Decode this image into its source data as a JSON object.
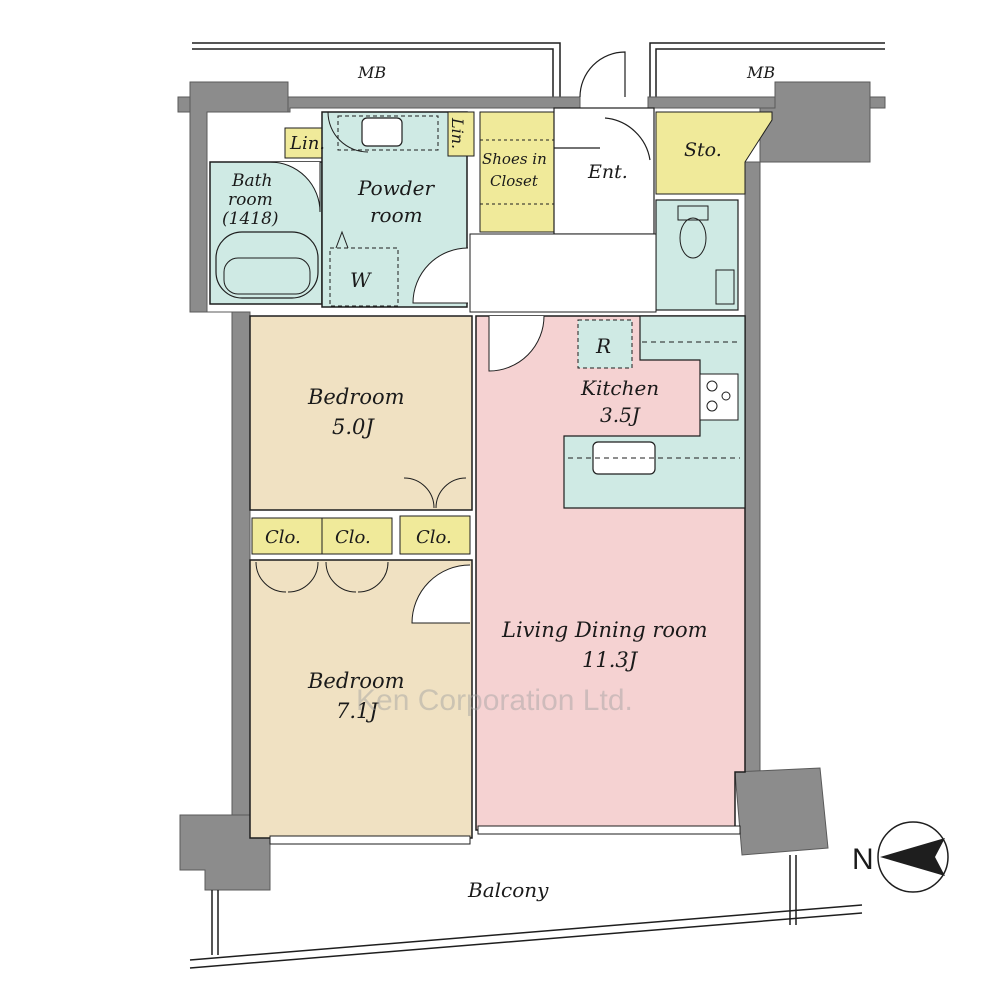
{
  "plan": {
    "colors": {
      "wall": "#8c8c8c",
      "bedroom": "#f0e1c2",
      "living": "#f5d2d2",
      "wet": "#cfeae4",
      "storage": "#f0ea9a",
      "floor": "#ffffff",
      "line": "#1e1e1e"
    },
    "labels": {
      "mb_left": "MB",
      "mb_right": "MB",
      "lin_left": "Lin.",
      "lin_right": "Lin.",
      "bathroom_1": "Bath",
      "bathroom_2": "room",
      "bathroom_3": "(1418)",
      "powder_1": "Powder",
      "powder_2": "room",
      "washer": "W",
      "shoes_1": "Shoes in",
      "shoes_2": "Closet",
      "entrance": "Ent.",
      "storage": "Sto.",
      "refrigerator": "R",
      "kitchen_1": "Kitchen",
      "kitchen_2": "3.5J",
      "bedroom_top_1": "Bedroom",
      "bedroom_top_2": "5.0J",
      "closet_1": "Clo.",
      "closet_2": "Clo.",
      "closet_3": "Clo.",
      "living_1": "Living Dining room",
      "living_2": "11.3J",
      "bedroom_bottom_1": "Bedroom",
      "bedroom_bottom_2": "7.1J",
      "balcony": "Balcony",
      "north": "N",
      "watermark": "Ken Corporation Ltd."
    }
  }
}
